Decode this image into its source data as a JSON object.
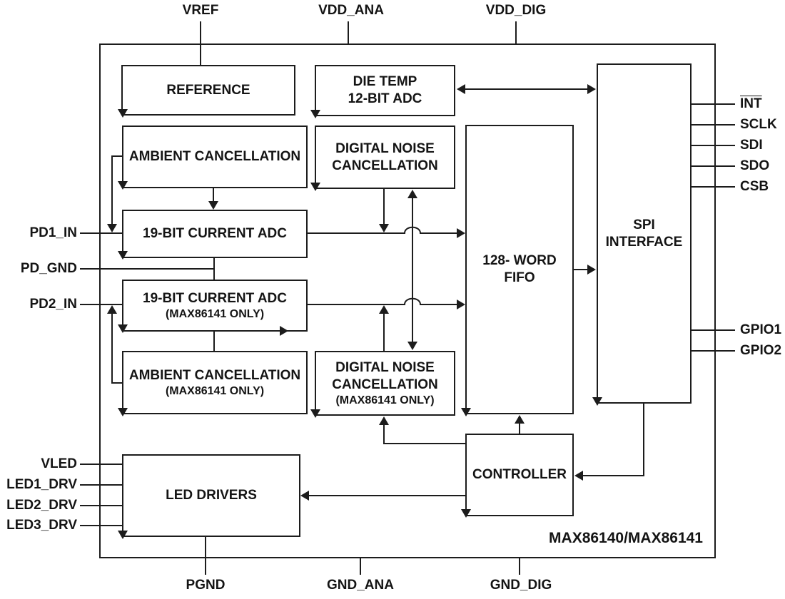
{
  "part_label": "MAX86140/MAX86141",
  "blocks": {
    "reference": {
      "label": "REFERENCE"
    },
    "die_temp": {
      "line1": "DIE TEMP",
      "line2": "12-BIT ADC"
    },
    "ambient1": {
      "label": "AMBIENT CANCELLATION"
    },
    "dnc1": {
      "line1": "DIGITAL NOISE",
      "line2": "CANCELLATION"
    },
    "adc1": {
      "label": "19-BIT CURRENT ADC"
    },
    "adc2": {
      "line1": "19-BIT CURRENT ADC",
      "line2": "(MAX86141 ONLY)"
    },
    "ambient2": {
      "line1": "AMBIENT CANCELLATION",
      "line2": "(MAX86141 ONLY)"
    },
    "dnc2": {
      "line1": "DIGITAL NOISE",
      "line2": "CANCELLATION",
      "line3": "(MAX86141 ONLY)"
    },
    "fifo": {
      "line1": "128- WORD",
      "line2": "FIFO"
    },
    "spi": {
      "line1": "SPI",
      "line2": "INTERFACE"
    },
    "controller": {
      "label": "CONTROLLER"
    },
    "led_drivers": {
      "label": "LED DRIVERS"
    }
  },
  "pins": {
    "top": [
      {
        "label": "VREF"
      },
      {
        "label": "VDD_ANA"
      },
      {
        "label": "VDD_DIG"
      }
    ],
    "bottom": [
      {
        "label": "PGND"
      },
      {
        "label": "GND_ANA"
      },
      {
        "label": "GND_DIG"
      }
    ],
    "left": [
      {
        "label": "PD1_IN"
      },
      {
        "label": "PD_GND"
      },
      {
        "label": "PD2_IN"
      },
      {
        "label": "VLED"
      },
      {
        "label": "LED1_DRV"
      },
      {
        "label": "LED2_DRV"
      },
      {
        "label": "LED3_DRV"
      }
    ],
    "right": [
      {
        "label": "INT",
        "overline": true
      },
      {
        "label": "SCLK"
      },
      {
        "label": "SDI"
      },
      {
        "label": "SDO"
      },
      {
        "label": "CSB"
      },
      {
        "label": "GPIO1"
      },
      {
        "label": "GPIO2"
      }
    ]
  },
  "colors": {
    "line": "#1c1c1c",
    "background": "#ffffff"
  }
}
